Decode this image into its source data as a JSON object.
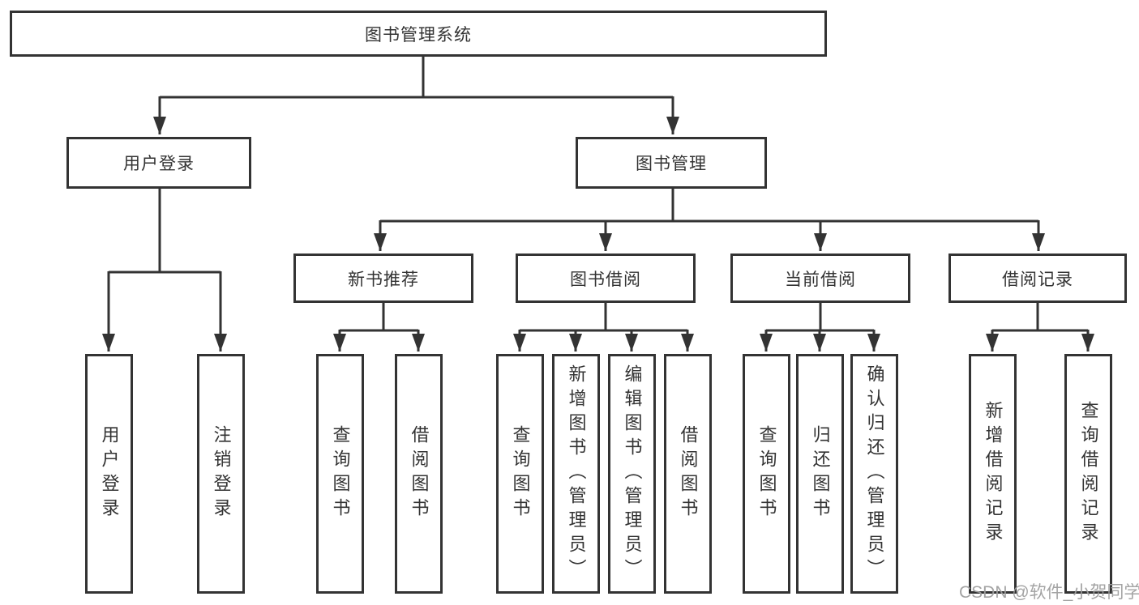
{
  "diagram": {
    "root": {
      "label": "图书管理系统"
    },
    "level1": {
      "user_login": {
        "label": "用户登录"
      },
      "book_management": {
        "label": "图书管理"
      }
    },
    "level2": {
      "new_book_recommend": {
        "label": "新书推荐"
      },
      "book_borrow": {
        "label": "图书借阅"
      },
      "current_borrow": {
        "label": "当前借阅"
      },
      "borrow_records": {
        "label": "借阅记录"
      }
    },
    "leaves": {
      "login": [
        {
          "label": "用户登录"
        },
        {
          "label": "注销登录"
        }
      ],
      "recommend": [
        {
          "label": "查询图书"
        },
        {
          "label": "借阅图书"
        }
      ],
      "borrow": [
        {
          "label": "查询图书"
        },
        {
          "label": "新增图书（管理员）"
        },
        {
          "label": "编辑图书（管理员）"
        },
        {
          "label": "借阅图书"
        }
      ],
      "current": [
        {
          "label": "查询图书"
        },
        {
          "label": "归还图书"
        },
        {
          "label": "确认归还（管理员）"
        }
      ],
      "records": [
        {
          "label": "新增借阅记录"
        },
        {
          "label": "查询借阅记录"
        }
      ]
    },
    "watermark": "CSDN @软件_小贺同学",
    "colors": {
      "line": "#333333",
      "text": "#333333",
      "watermark": "#9e9e9e",
      "background": "#ffffff"
    }
  }
}
